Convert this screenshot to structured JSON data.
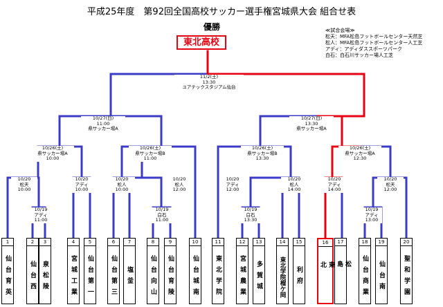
{
  "title": "平成25年度　第92回全国高校サッカー選手権宮城県大会 組合せ表",
  "winner_label": "優勝",
  "champion": "東北高校",
  "venue_legend": [
    "≪試合会場≫",
    "松天：MFA松島フットボールセンター天然芝",
    "松人：MFA松島フットボールセンター人工芝",
    "アディ：アディダススポーツパーク",
    "白石：白石川サッカー場人工芝"
  ],
  "colors": {
    "line": "#3b3bc8",
    "winner_path": "#e60012",
    "champion_text": "#e60012"
  },
  "teams": [
    {
      "no": "1",
      "name": "仙台育英"
    },
    {
      "no": "2",
      "name": "仙台西"
    },
    {
      "no": "3",
      "name": "泉松陵"
    },
    {
      "no": "4",
      "name": "宮城工業"
    },
    {
      "no": "5",
      "name": "仙台第一"
    },
    {
      "no": "6",
      "name": "仙台第三"
    },
    {
      "no": "7",
      "name": "塩釜"
    },
    {
      "no": "8",
      "name": "仙台向山"
    },
    {
      "no": "9",
      "name": "仙台育陵"
    },
    {
      "no": "10",
      "name": "仙台城南"
    },
    {
      "no": "11",
      "name": "東北学院"
    },
    {
      "no": "12",
      "name": "宮城農業"
    },
    {
      "no": "13",
      "name": "多賀城"
    },
    {
      "no": "14",
      "name": "東北学院榴ケ岡"
    },
    {
      "no": "15",
      "name": "利府"
    },
    {
      "no": "16",
      "name": "東北"
    },
    {
      "no": "17",
      "name": "松島"
    },
    {
      "no": "18",
      "name": "仙台商業"
    },
    {
      "no": "19",
      "name": "仙台南"
    },
    {
      "no": "20",
      "name": "聖和学園"
    }
  ],
  "matches": {
    "r1_a": {
      "date": "10/19",
      "venue": "アディ",
      "time": "11:00"
    },
    "r1_b": {
      "date": "10/19",
      "venue": "白石",
      "time": "11:00"
    },
    "r1_c": {
      "date": "10/19",
      "venue": "白石",
      "time": "13:30"
    },
    "r1_d": {
      "date": "10/19",
      "venue": "アディ",
      "time": "13:00"
    },
    "r2_1": {
      "date": "10/20",
      "venue": "松天",
      "time": "10:00"
    },
    "r2_2": {
      "date": "10/20",
      "venue": "アディ",
      "time": "10:00"
    },
    "r2_3": {
      "date": "10/20",
      "venue": "松人",
      "time": "10:00"
    },
    "r2_4": {
      "date": "10/20",
      "venue": "松人",
      "time": "12:00"
    },
    "r2_5": {
      "date": "10/20",
      "venue": "アディ",
      "time": "12:00"
    },
    "r2_6": {
      "date": "10/20",
      "venue": "松人",
      "time": "14:00"
    },
    "r2_7": {
      "date": "10/20",
      "venue": "アディ",
      "time": "14:00"
    },
    "r2_8": {
      "date": "10/20",
      "venue": "松天",
      "time": "12:00"
    },
    "qf_1": {
      "date": "10/26(土)",
      "venue": "県サッカー場A",
      "time": "10:00"
    },
    "qf_2": {
      "date": "10/26(土)",
      "venue": "県サッカー場B",
      "time": "11:00"
    },
    "qf_3": {
      "date": "10/26(土)",
      "venue": "県サッカー場B",
      "time": "13:30"
    },
    "qf_4": {
      "date": "10/26(土)",
      "venue": "県サッカー場A",
      "time": "12:30"
    },
    "sf_1": {
      "date": "10/27(日)",
      "venue": "県サッカー場A",
      "time": "11:00"
    },
    "sf_2": {
      "date": "10/27(日)",
      "venue": "県サッカー場A",
      "time": "13:30"
    },
    "final": {
      "date": "11/2(土)",
      "time": "13:30",
      "venue": "ユアテックスタジアム仙台"
    }
  }
}
